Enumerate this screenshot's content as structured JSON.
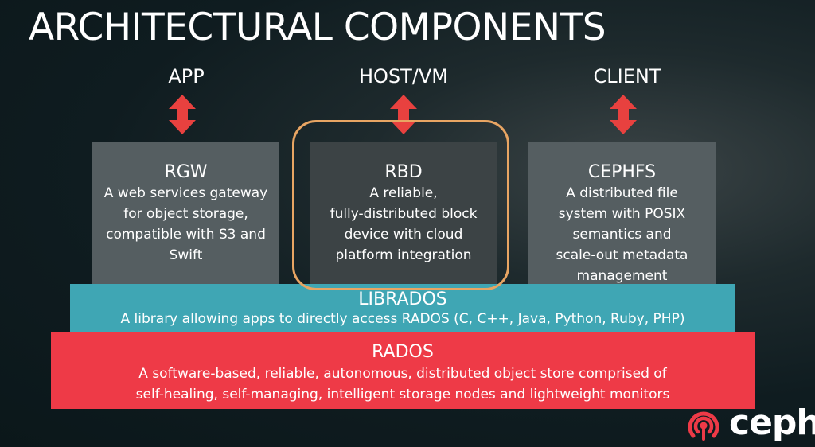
{
  "title": "ARCHITECTURAL COMPONENTS",
  "top_labels": [
    "APP",
    "HOST/VM",
    "CLIENT"
  ],
  "components": [
    {
      "name": "RGW",
      "desc": [
        "A web services gateway",
        "for object storage,",
        "compatible with S3 and",
        "Swift"
      ]
    },
    {
      "name": "RBD",
      "desc": [
        "A reliable,",
        "fully-distributed block",
        "device with cloud",
        "platform integration"
      ]
    },
    {
      "name": "CEPHFS",
      "desc": [
        "A distributed file",
        "system with POSIX",
        "semantics and",
        "scale-out metadata",
        "management"
      ]
    }
  ],
  "librados": {
    "name": "LIBRADOS",
    "desc": "A library allowing apps to directly access RADOS (C, C++, Java, Python, Ruby, PHP)"
  },
  "rados": {
    "name": "RADOS",
    "desc": [
      "A software-based, reliable, autonomous, distributed object store comprised of",
      "self-healing, self-managing, intelligent storage nodes and lightweight monitors"
    ]
  },
  "logo": {
    "text": "ceph"
  },
  "colors": {
    "component_box": "#555e61",
    "component_box_highlighted": "#3c4345",
    "librados": "#3fa6b4",
    "rados": "#ee3a47",
    "arrow": "#e8413f",
    "highlight_border": "#e8a563"
  },
  "icons": [
    "double-arrow-icon",
    "ceph-logo-icon"
  ]
}
